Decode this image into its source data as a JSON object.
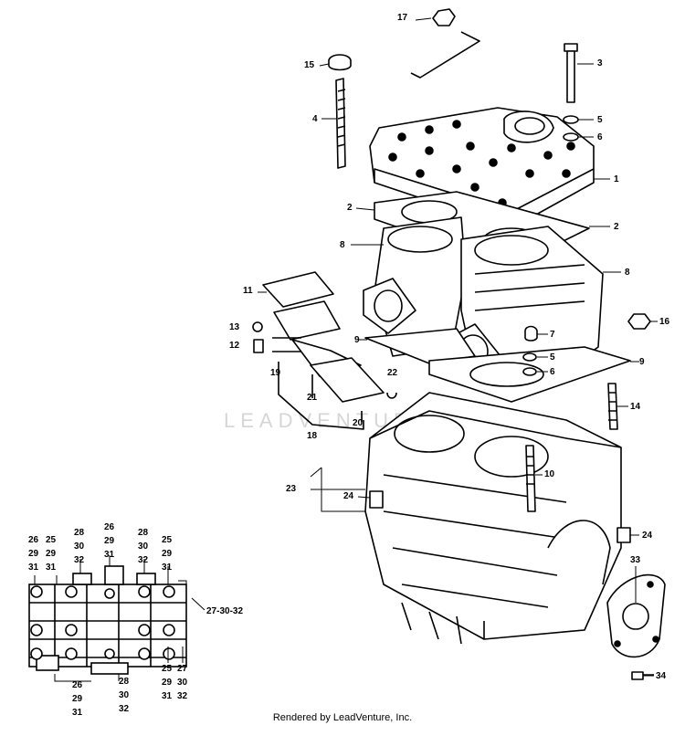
{
  "watermark": "LEADVENTURE",
  "footer": "Rendered by LeadVenture, Inc.",
  "callouts": {
    "c17": "17",
    "c15": "15",
    "c3": "3",
    "c4": "4",
    "c5a": "5",
    "c6a": "6",
    "c1": "1",
    "c2a": "2",
    "c2b": "2",
    "c8a": "8",
    "c8b": "8",
    "c11": "11",
    "c13": "13",
    "c12": "12",
    "c16": "16",
    "c7": "7",
    "c5b": "5",
    "c6b": "6",
    "c9a": "9",
    "c9b": "9",
    "c19": "19",
    "c21": "21",
    "c22": "22",
    "c20": "20",
    "c18": "18",
    "c14": "14",
    "c23": "23",
    "c10": "10",
    "c24a": "24",
    "c24b": "24",
    "c33": "33",
    "c34": "34",
    "c27_30_32": "27-30-32"
  },
  "inset_labels": {
    "t1a": "26",
    "t1b": "29",
    "t1c": "31",
    "t2a": "25",
    "t2b": "29",
    "t2c": "31",
    "t3a": "28",
    "t3b": "30",
    "t3c": "32",
    "t4a": "26",
    "t4b": "29",
    "t4c": "31",
    "t5a": "28",
    "t5b": "30",
    "t5c": "32",
    "t6a": "25",
    "t6b": "29",
    "t6c": "31",
    "b1a": "26",
    "b1b": "29",
    "b1c": "31",
    "b2a": "28",
    "b2b": "30",
    "b2c": "32",
    "b3a": "25",
    "b3b": "29",
    "b3c": "31",
    "b4a": "27",
    "b4b": "30",
    "b4c": "32"
  }
}
